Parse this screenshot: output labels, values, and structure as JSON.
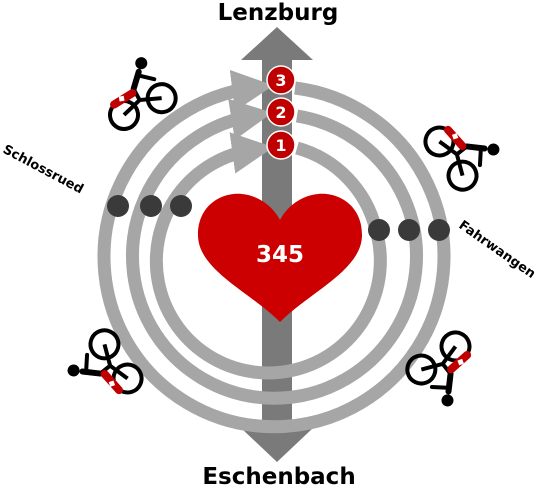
{
  "labels": {
    "north": "Lenzburg",
    "south": "Eschenbach",
    "west": "Schlossrued",
    "east": "Fahrwangen"
  },
  "center_value": "345",
  "rings": [
    "3",
    "2",
    "1"
  ],
  "colors": {
    "heart": "#cc0000",
    "badge": "#c00000",
    "ring": "#a6a6a6",
    "axis": "#7a7a7a",
    "dot": "#3a3a3a"
  },
  "icons": [
    "bike-rider-icon",
    "bike-rider-icon",
    "bike-rider-icon",
    "bike-rider-icon"
  ]
}
